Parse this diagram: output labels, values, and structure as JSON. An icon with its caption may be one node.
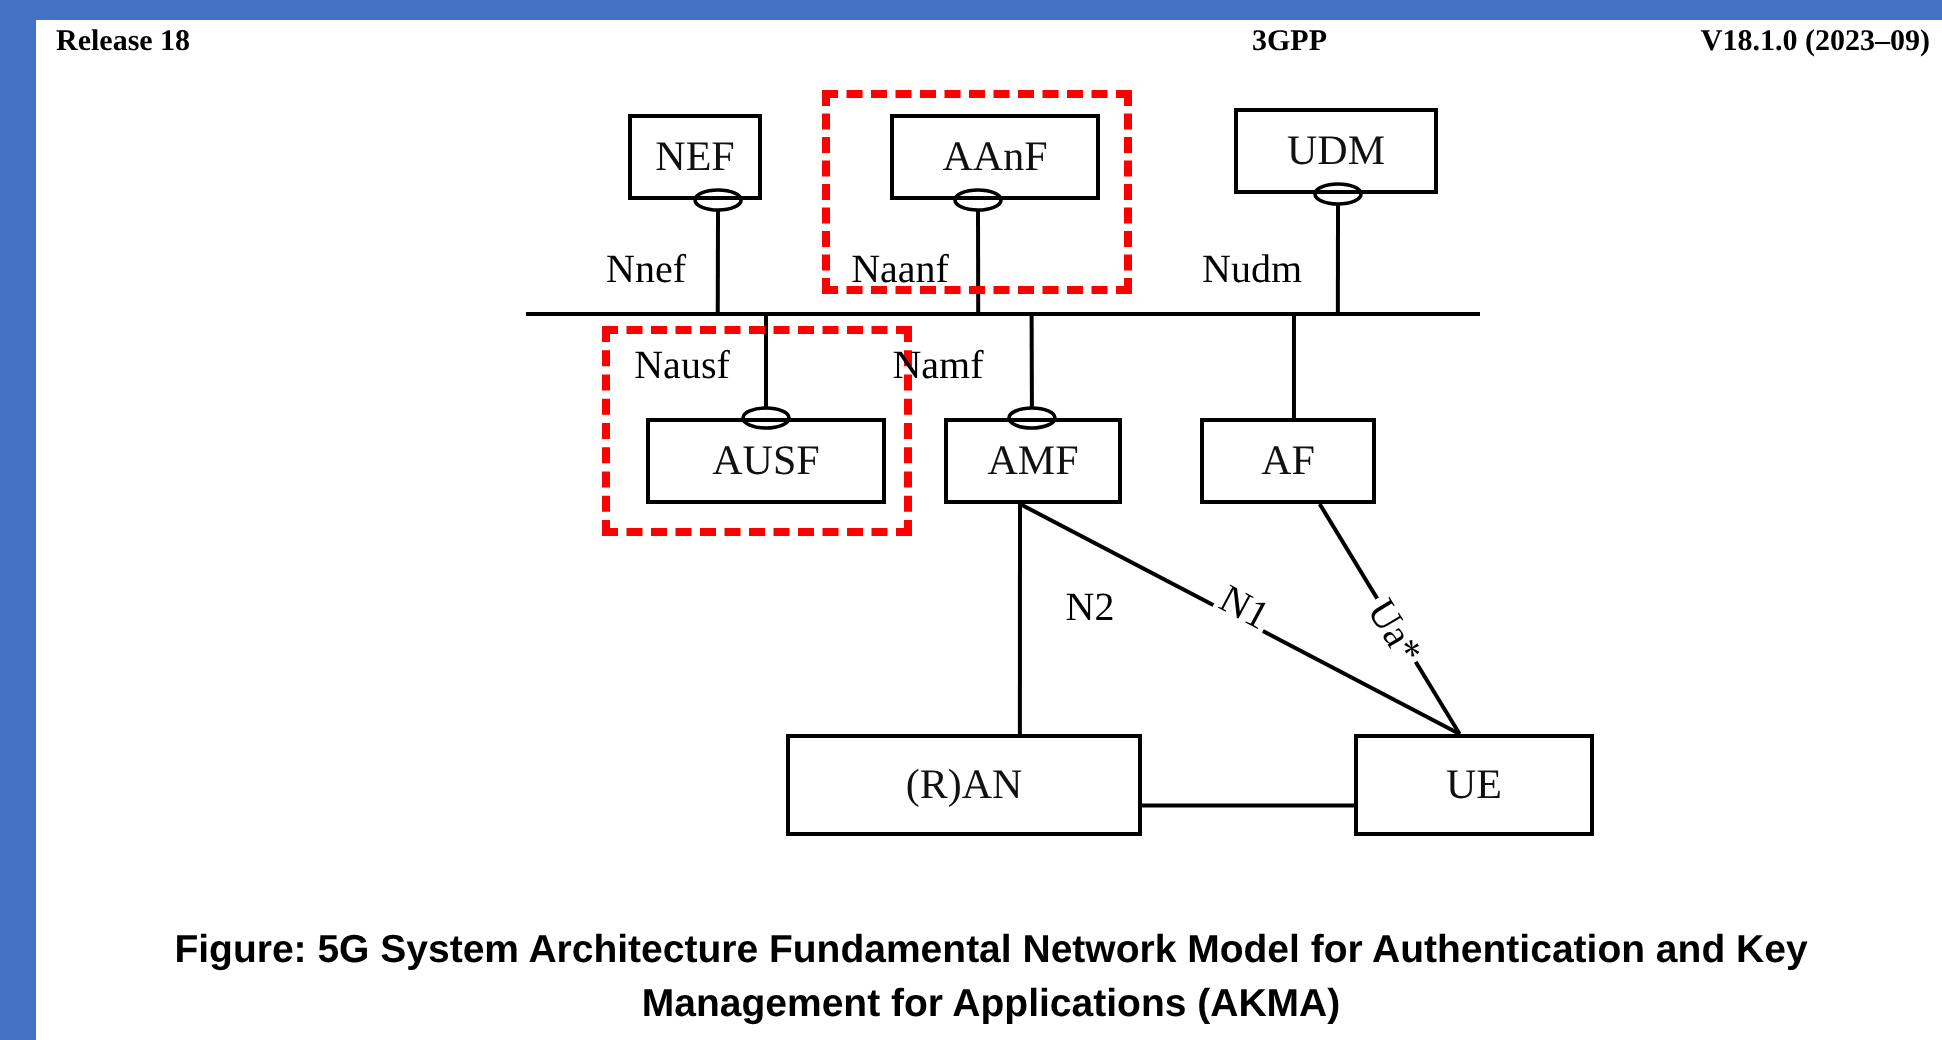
{
  "diagram": {
    "caption": "Figure: 5G System Architecture Fundamental Network Model for Authentication and Key Management for Applications (AKMA)",
    "nodes": [
      {
        "text": [
          "NEF"
        ]
      },
      {
        "text": [],
        "shape": "box"
      },
      {
        "text": [
          "AAnF"
        ],
        "in": 1
      },
      {
        "text": [
          "UDM"
        ]
      },
      {
        "text": [],
        "shape": "bar"
      },
      {
        "text": [],
        "shape": "box"
      },
      {
        "text": [
          "AUSF"
        ],
        "in": 5
      },
      {
        "text": [
          "AMF"
        ]
      },
      {
        "text": [
          "AF"
        ]
      },
      {
        "text": [
          "(R)AN"
        ]
      },
      {
        "text": [
          "UE"
        ]
      }
    ],
    "edges": [
      {
        "from": 0,
        "to": 4,
        "arrow": "other",
        "label": "Nnef"
      },
      {
        "from": 2,
        "to": 4,
        "arrow": "other",
        "label": "Naanf"
      },
      {
        "from": 3,
        "to": 4,
        "arrow": "other",
        "label": "Nudm"
      },
      {
        "from": 6,
        "to": 4,
        "arrow": "other",
        "label": "Nausf"
      },
      {
        "from": 7,
        "to": 4,
        "arrow": "other",
        "label": "Namf"
      },
      {
        "from": 8,
        "to": 4,
        "arrow": "none"
      },
      {
        "from": 7,
        "to": 9,
        "arrow": "none",
        "label": "N2"
      },
      {
        "from": 7,
        "to": 10,
        "arrow": "none",
        "label": "N1"
      },
      {
        "from": 8,
        "to": 10,
        "arrow": "none",
        "label": "Ua*"
      },
      {
        "from": 9,
        "to": 10,
        "arrow": "none"
      }
    ],
    "labels": [
      "Release 18",
      "3GPP",
      "V18.1.0 (2023–09)"
    ]
  }
}
